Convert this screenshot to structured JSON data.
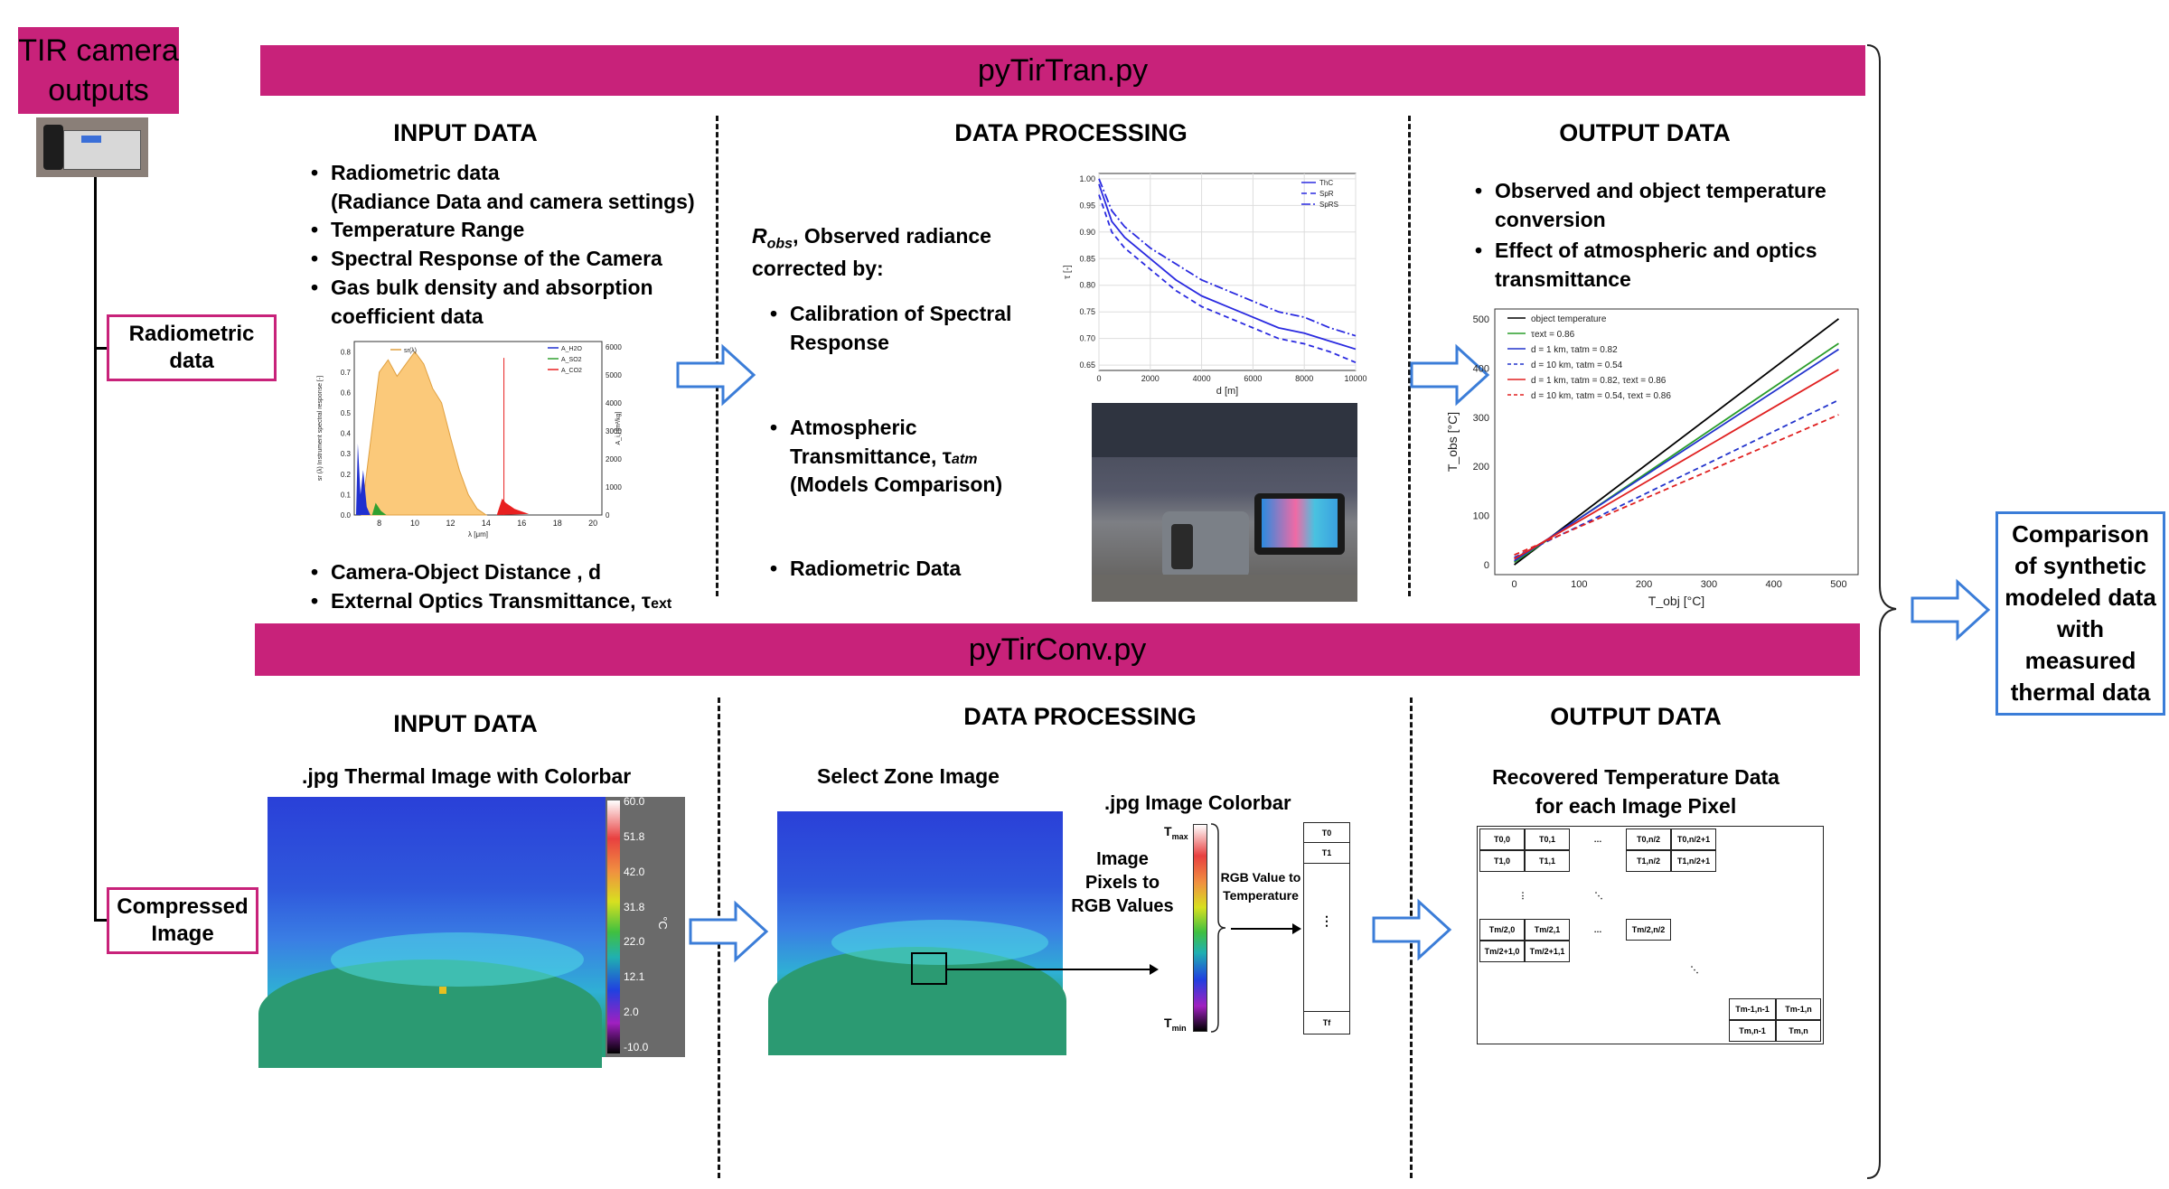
{
  "camera_box": {
    "label": "TIR camera outputs"
  },
  "inputs": {
    "radiometric": "Radiometric data",
    "compressed": "Compressed Image"
  },
  "bands": {
    "tran": "pyTirTran.py",
    "conv": "pyTirConv.py"
  },
  "comparison": "Comparison of synthetic modeled data with measured thermal data",
  "tran": {
    "input_header": "INPUT DATA",
    "input_items": [
      "Radiometric data",
      "(Radiance Data and camera settings)",
      "Temperature Range",
      "Spectral Response of the Camera",
      "Gas bulk density and absorption",
      "coefficient data"
    ],
    "input_items_bottom": [
      "Camera-Object Distance , d",
      "External Optics Transmittance, τ"
    ],
    "processing_header": "DATA PROCESSING",
    "processing_intro_main": "R",
    "processing_intro_sub": "obs",
    "processing_intro_rest": ", Observed radiance",
    "processing_intro_line2": "corrected by:",
    "processing_items": [
      "Calibration of Spectral Response",
      "Atmospheric Transmittance, τ",
      "(Models Comparison)",
      "Radiometric Data"
    ],
    "output_header": "OUTPUT DATA",
    "output_items": [
      "Observed and object temperature conversion",
      "Effect of atmospheric and optics transmittance"
    ]
  },
  "conv": {
    "input_header": "INPUT DATA",
    "input_caption": ".jpg Thermal Image with Colorbar",
    "colorbar_ticks": [
      "60.0",
      "51.8",
      "42.0",
      "31.8",
      "22.0",
      "12.1",
      "2.0",
      "-10.0"
    ],
    "colorbar_unit": "°C",
    "processing_header": "DATA PROCESSING",
    "select_zone": "Select Zone Image",
    "jpg_colorbar": ".jpg Image Colorbar",
    "pixels_to_rgb": "Image Pixels to RGB Values",
    "rgb_to_temp": "RGB Value to Temperature",
    "tmax": "T",
    "tmax_sub": "max",
    "tmin": "T",
    "tmin_sub": "min",
    "t_list": [
      "T0",
      "T1",
      "⋮",
      "Tf"
    ],
    "output_header": "OUTPUT DATA",
    "output_caption_1": "Recovered Temperature Data",
    "output_caption_2": "for each Image Pixel",
    "matrix_cells": [
      "T0,0",
      "T0,1",
      "…",
      "T0,n/2",
      "T0,n/2+1",
      "T1,0",
      "T1,1",
      "T1,n/2",
      "T1,n/2+1",
      "⋮",
      "⋱",
      "Tm/2,0",
      "Tm/2,1",
      "…",
      "Tm/2,n/2",
      "Tm/2+1,0",
      "Tm/2+1,1",
      "⋱",
      "Tm-1,n-1",
      "Tm-1,n",
      "Tm,n-1",
      "Tm,n"
    ]
  },
  "chart_data": [
    {
      "type": "area",
      "xlabel": "λ [μm]",
      "ylabel": "sr (λ) Instrument spectral response [-]",
      "y2label": "A_i,j [m²/kg]",
      "x_ticks": [
        "8",
        "10",
        "12",
        "14",
        "16",
        "18",
        "20"
      ],
      "y_ticks": [
        "0.0",
        "0.1",
        "0.2",
        "0.3",
        "0.4",
        "0.5",
        "0.6",
        "0.7",
        "0.8"
      ],
      "y2_ticks": [
        "0",
        "1000",
        "2000",
        "3000",
        "4000",
        "5000",
        "6000"
      ],
      "legend": [
        "sr(λ)",
        "A_H2O",
        "A_SO2",
        "A_CO2"
      ],
      "xlim": [
        6.6,
        20.5
      ],
      "ylim": [
        0,
        0.85
      ],
      "series": [
        {
          "name": "sr(λ)",
          "x": [
            7.0,
            7.5,
            8.0,
            8.5,
            9.0,
            9.5,
            10.0,
            10.5,
            11.0,
            11.5,
            12.0,
            12.5,
            13.0,
            13.5,
            14.0
          ],
          "values": [
            0.0,
            0.35,
            0.7,
            0.76,
            0.68,
            0.74,
            0.8,
            0.74,
            0.62,
            0.55,
            0.38,
            0.22,
            0.1,
            0.03,
            0.0
          ]
        }
      ]
    },
    {
      "type": "line",
      "xlabel": "d [m]",
      "ylabel": "τ [-]",
      "x_ticks": [
        "0",
        "2000",
        "4000",
        "6000",
        "8000",
        "10000"
      ],
      "y_ticks": [
        "0.65",
        "0.70",
        "0.75",
        "0.80",
        "0.85",
        "0.90",
        "0.95",
        "1.00"
      ],
      "xlim": [
        0,
        10000
      ],
      "ylim": [
        0.64,
        1.01
      ],
      "legend": [
        "ThC",
        "SpR",
        "SpRS"
      ],
      "series": [
        {
          "name": "ThC",
          "x": [
            0,
            500,
            1000,
            2000,
            3000,
            4000,
            5000,
            6000,
            7000,
            8000,
            9000,
            10000
          ],
          "values": [
            0.99,
            0.92,
            0.89,
            0.85,
            0.81,
            0.78,
            0.76,
            0.74,
            0.72,
            0.71,
            0.695,
            0.68
          ]
        },
        {
          "name": "SpR",
          "x": [
            0,
            500,
            1000,
            2000,
            3000,
            4000,
            5000,
            6000,
            7000,
            8000,
            9000,
            10000
          ],
          "values": [
            0.97,
            0.9,
            0.87,
            0.83,
            0.79,
            0.76,
            0.74,
            0.72,
            0.7,
            0.69,
            0.675,
            0.655
          ]
        },
        {
          "name": "SpRS",
          "x": [
            0,
            500,
            1000,
            2000,
            3000,
            4000,
            5000,
            6000,
            7000,
            8000,
            9000,
            10000
          ],
          "values": [
            1.0,
            0.94,
            0.91,
            0.87,
            0.84,
            0.81,
            0.79,
            0.77,
            0.75,
            0.74,
            0.72,
            0.705
          ]
        }
      ]
    },
    {
      "type": "line",
      "xlabel": "T_obj [°C]",
      "ylabel": "T_obs [°C]",
      "x_ticks": [
        "0",
        "100",
        "200",
        "300",
        "400",
        "500"
      ],
      "y_ticks": [
        "0",
        "100",
        "200",
        "300",
        "400",
        "500"
      ],
      "xlim": [
        -30,
        530
      ],
      "ylim": [
        -20,
        520
      ],
      "legend": [
        "object temperature",
        "τext = 0.86",
        "d = 1 km, τatm = 0.82",
        "d = 10 km, τatm = 0.54",
        "d = 1 km, τatm = 0.82, τext = 0.86",
        "d = 10 km, τatm = 0.54, τext = 0.86"
      ],
      "series": [
        {
          "name": "object temperature",
          "x": [
            0,
            500
          ],
          "values": [
            0,
            500
          ],
          "color": "#000000",
          "dash": false
        },
        {
          "name": "τext = 0.86",
          "x": [
            0,
            500
          ],
          "values": [
            5,
            450
          ],
          "color": "#2a9d2a",
          "dash": false
        },
        {
          "name": "d = 1 km, τatm = 0.82",
          "x": [
            0,
            500
          ],
          "values": [
            8,
            438
          ],
          "color": "#2233cc",
          "dash": false
        },
        {
          "name": "d = 10 km, τatm = 0.54",
          "x": [
            0,
            500
          ],
          "values": [
            15,
            335
          ],
          "color": "#2233cc",
          "dash": true
        },
        {
          "name": "d = 1 km, τatm = 0.82, τext = 0.86",
          "x": [
            0,
            500
          ],
          "values": [
            12,
            397
          ],
          "color": "#e02020",
          "dash": false
        },
        {
          "name": "d = 10 km, τatm = 0.54, τext = 0.86",
          "x": [
            0,
            500
          ],
          "values": [
            20,
            305
          ],
          "color": "#e02020",
          "dash": true
        }
      ]
    }
  ]
}
